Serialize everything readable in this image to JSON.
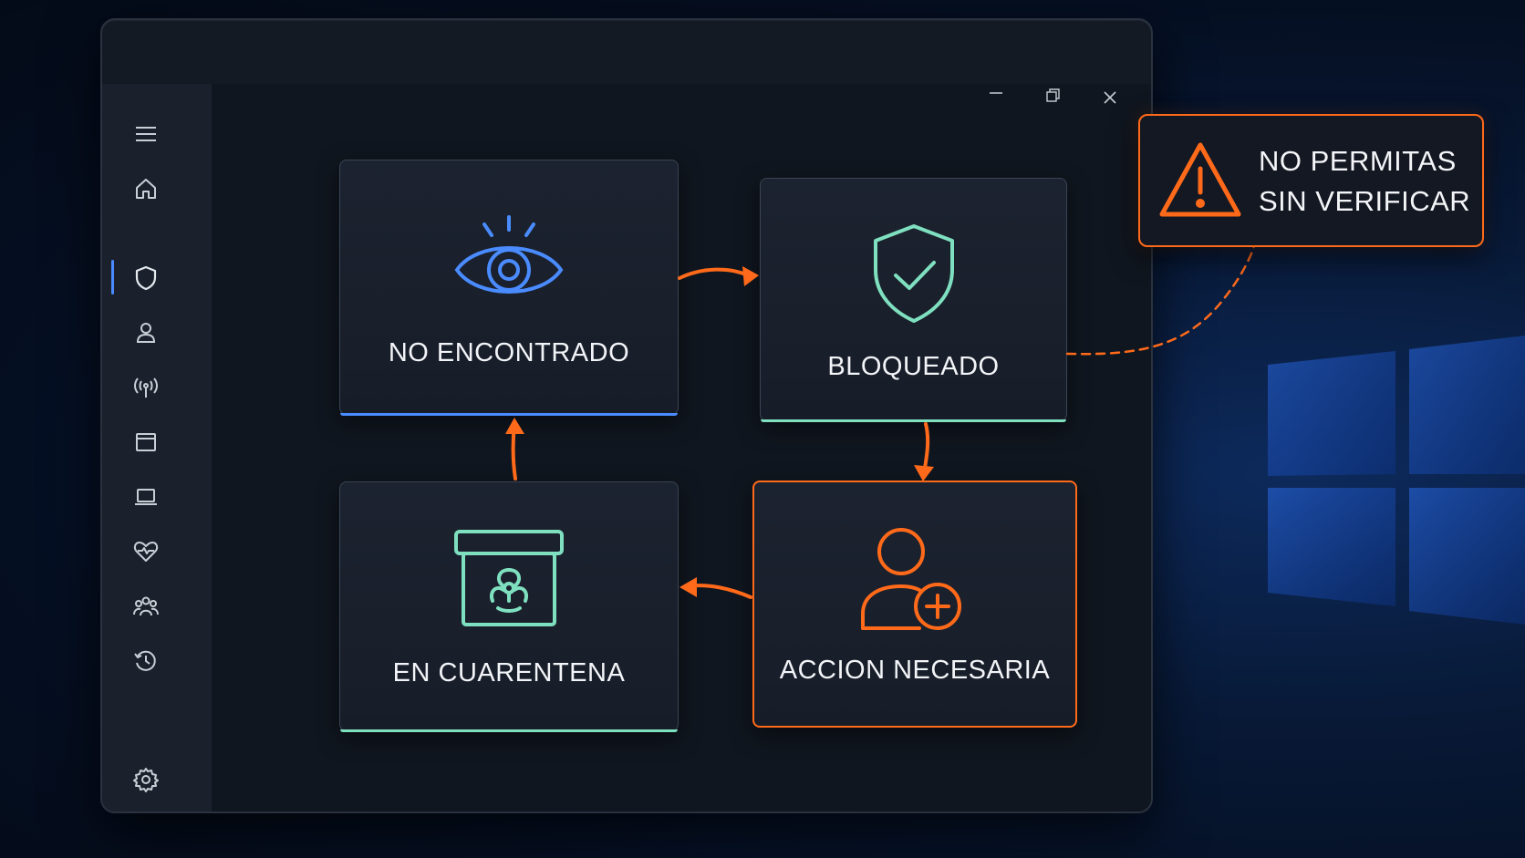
{
  "colors": {
    "accent_blue": "#4a8cff",
    "accent_green": "#7fe0c0",
    "accent_orange": "#ff6a1a"
  },
  "window_controls": [
    "minimize-icon",
    "restore-icon",
    "close-icon"
  ],
  "sidebar": {
    "items": [
      {
        "icon": "menu-icon"
      },
      {
        "icon": "home-icon"
      },
      {
        "icon": "shield-icon",
        "active": true
      },
      {
        "icon": "user-icon"
      },
      {
        "icon": "wireless-icon"
      },
      {
        "icon": "browser-window-icon"
      },
      {
        "icon": "laptop-icon"
      },
      {
        "icon": "heart-pulse-icon"
      },
      {
        "icon": "family-icon"
      },
      {
        "icon": "history-icon"
      }
    ],
    "footer_icon": "settings-icon"
  },
  "cards": {
    "not_found": {
      "label": "NO ENCONTRADO",
      "icon": "eye-icon"
    },
    "blocked": {
      "label": "BLOQUEADO",
      "icon": "shield-check-icon"
    },
    "action_needed": {
      "label": "ACCION NECESARIA",
      "icon": "user-add-icon"
    },
    "quarantine": {
      "label": "EN CUARENTENA",
      "icon": "biohazard-box-icon"
    }
  },
  "alert": {
    "line1": "NO PERMITAS",
    "line2": "SIN VERIFICAR",
    "icon": "warning-icon"
  }
}
